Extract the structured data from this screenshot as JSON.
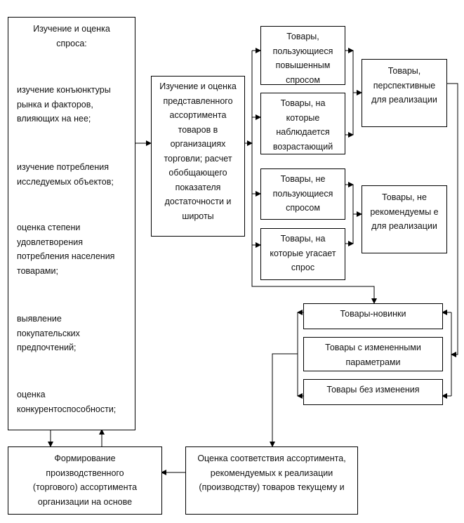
{
  "demand_box": {
    "title": "Изучение и оценка спроса:",
    "items": [
      "изучение конъюнктуры рынка и факторов, влияющих на нее;",
      "изучение потребления исследуемых объектов;",
      "оценка степени удовлетворения потребления населения товарами;",
      "выявление покупательских предпочтений;",
      "оценка конкурентоспособности;"
    ]
  },
  "assortment_box": "Изучение и оценка представленного ассортимента товаров в организациях торговли; расчет обобщающего показателя достаточности и широты",
  "goods": {
    "high_demand": "Товары, пользующиеся повышенным спросом",
    "growing_demand": "Товары, на которые наблюдается возрастающий",
    "no_demand": "Товары, не пользующиеся спросом",
    "fading_demand": "Товары, на которые угасает спрос",
    "promising": "Товары, перспективные для реализации",
    "not_recommended": "Товары, не рекомендуемы е для реализации",
    "new": "Товары-новинки",
    "changed": "Товары с измененными параметрами",
    "unchanged": "Товары без изменения"
  },
  "evaluation_box": "Оценка соответствия ассортимента, рекомендуемых к реализации (производству) товаров текущему и",
  "formation_box": "Формирование производственного (торгового) ассортимента организации на основе"
}
